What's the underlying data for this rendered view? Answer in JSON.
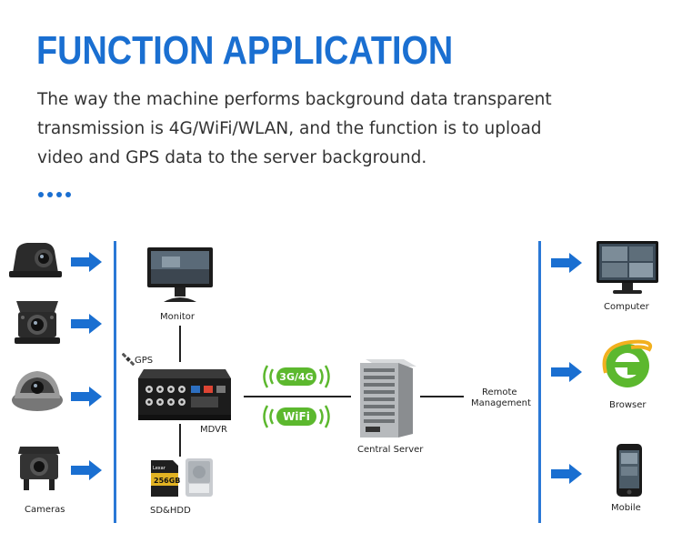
{
  "header": {
    "title": "FUNCTION APPLICATION",
    "description": "The way the machine performs background data transparent transmission is 4G/WiFi/WLAN, and the function is to upload video and GPS data to the server background."
  },
  "diagram": {
    "cameras_label": "Cameras",
    "monitor_label": "Monitor",
    "gps_label": "GPS",
    "mdvr_label": "MDVR",
    "storage_label": "SD&HDD",
    "sd_card_text": "256GB",
    "sd_brand_text": "Lexar",
    "network_3g4g": "3G/4G",
    "network_wifi": "WiFi",
    "server_label": "Central Server",
    "remote_label_line1": "Remote",
    "remote_label_line2": "Management",
    "computer_label": "Computer",
    "browser_label": "Browser",
    "mobile_label": "Mobile"
  },
  "colors": {
    "accent": "#1a6fd1",
    "network_green": "#5cb82e"
  }
}
